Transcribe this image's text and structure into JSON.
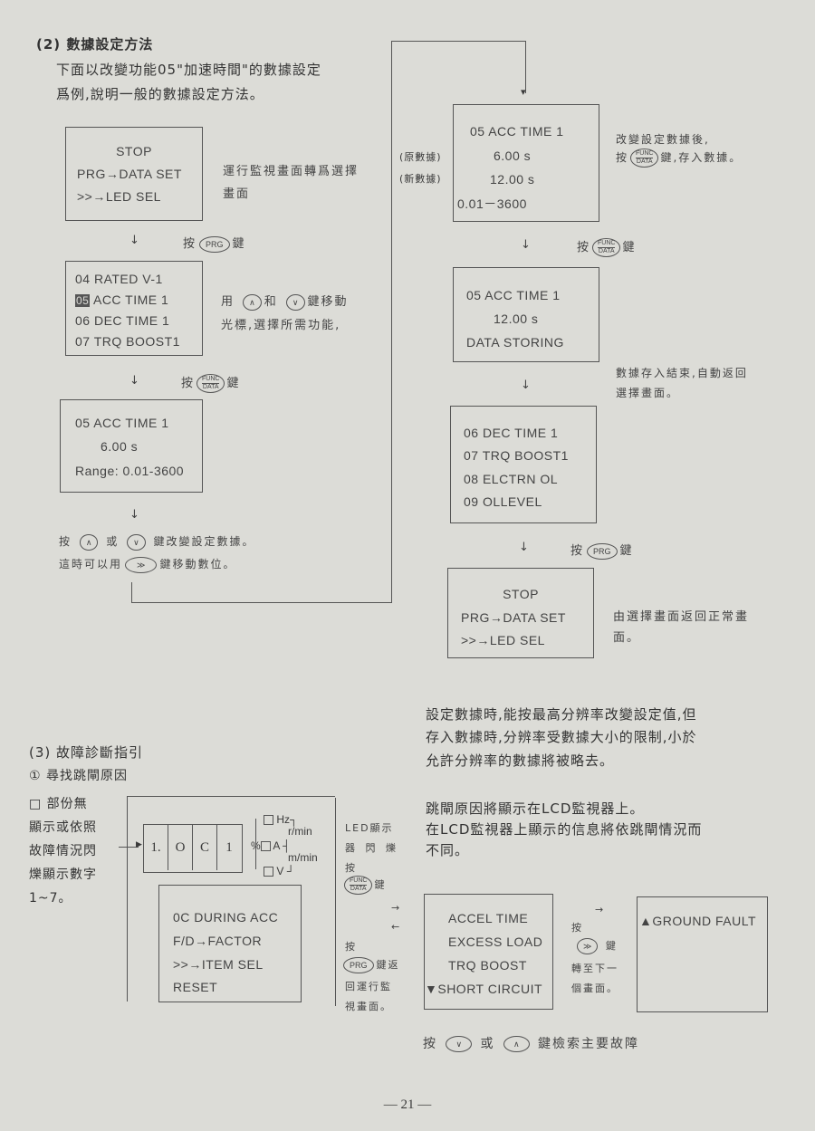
{
  "section2": {
    "heading": "(2) 數據設定方法",
    "intro": [
      "下面以改變功能05\"加速時間\"的數據設定",
      "爲例,說明一般的數據設定方法。"
    ],
    "screen_stop": {
      "lines": [
        "STOP",
        "PRG→DATA SET",
        ">>→LED SEL"
      ]
    },
    "note_stop": [
      "運行監視畫面轉爲選擇",
      "畫面"
    ],
    "step1": {
      "arrow": "↓",
      "press": "按",
      "key": "PRG",
      "suffix": "鍵"
    },
    "screen_select": {
      "lines": [
        "04 RATED V-1",
        "ACC TIME 1",
        "06 DEC TIME 1",
        "07 TRQ BOOST1"
      ],
      "cursor": "05"
    },
    "note_select": {
      "pre": "用",
      "key_up": "∧",
      "and": "和",
      "key_down": "∨",
      "post": "鍵移動",
      "line2": "光標,選擇所需功能,"
    },
    "step2": {
      "arrow": "↓",
      "press": "按",
      "key_top": "FUNC",
      "key_bottom": "DATA",
      "suffix": "鍵"
    },
    "screen_acc": {
      "lines": [
        "05 ACC TIME 1",
        "6.00 s",
        "Range: 0.01-3600"
      ]
    },
    "step3": {
      "arrow": "↓"
    },
    "note_change": {
      "press": "按",
      "key_up": "∧",
      "or": "或",
      "key_down": "∨",
      "post": "鍵改變設定數據。",
      "line2_pre": "這時可以用",
      "key_shift": "≫",
      "line2_post": "鍵移動數位。"
    },
    "screen_new": {
      "lines": [
        "05 ACC TIME 1",
        "6.00 s",
        "12.00 s",
        "0.01－3600"
      ]
    },
    "label_old": "(原數據)",
    "label_new": "(新數據)",
    "note_new": {
      "line1": "改變設定數據後,",
      "press": "按",
      "key_top": "FUNC",
      "key_bottom": "DATA",
      "post": "鍵,存入數據。"
    },
    "step4": {
      "arrow": "↓",
      "press": "按",
      "key_top": "FUNC",
      "key_bottom": "DATA",
      "suffix": "鍵"
    },
    "screen_storing": {
      "lines": [
        "05 ACC TIME 1",
        "12.00 s",
        "DATA STORING"
      ]
    },
    "note_storing": [
      "數據存入結束,自動返回",
      "選擇畫面。"
    ],
    "step5": {
      "arrow": "↓"
    },
    "screen_list": {
      "lines": [
        "06 DEC TIME 1",
        "07 TRQ BOOST1",
        "08 ELCTRN OL",
        "09 OLLEVEL"
      ]
    },
    "step6": {
      "arrow": "↓",
      "press": "按",
      "key": "PRG",
      "suffix": "鍵"
    },
    "screen_stop2": {
      "lines": [
        "STOP",
        "PRG→DATA SET",
        ">>→LED SEL"
      ]
    },
    "note_stop2": [
      "由選擇畫面返回正常畫",
      "面。"
    ],
    "resolution_note": [
      "設定數據時,能按最高分辨率改變設定值,但",
      "存入數據時,分辨率受數據大小的限制,小於",
      "允許分辨率的數據將被略去。"
    ]
  },
  "section3": {
    "heading": "(3) 故障診斷指引",
    "sub": "① 尋找跳閘原因",
    "left_note": [
      "□  部份無",
      "顯示或依照",
      "故障情況閃",
      "爍顯示數字",
      "1~7。"
    ],
    "led_digits": [
      "1.",
      "O",
      "C",
      "1"
    ],
    "indicators": {
      "hz": "Hz",
      "rmin": "r/min",
      "pct": "%",
      "a": "A",
      "mmin": "m/min",
      "v": "V"
    },
    "screen_fault": {
      "lines": [
        "0C DURING ACC",
        "F/D→FACTOR",
        ">>→ITEM SEL",
        "RESET"
      ]
    },
    "right_note": {
      "l1": "LED顯示",
      "l2": "器 閃 爍",
      "l3": "按",
      "key_top": "FUNC",
      "key_bottom": "DATA",
      "l4": "鍵",
      "arrow_right": "→",
      "arrow_left": "←",
      "l5": "按",
      "key": "PRG",
      "l6": "鍵返",
      "l7": "回運行監",
      "l8": "視畫面。"
    },
    "trip_note": [
      "跳閘原因將顯示在LCD監視器上。",
      "在LCD監視器上顯示的信息將依跳閘情況而",
      "不同。"
    ],
    "screen_faults": {
      "lines": [
        "ACCEL TIME",
        "EXCESS LOAD",
        "TRQ BOOST",
        "▼SHORT CIRCUIT"
      ]
    },
    "mid_note": {
      "arrow": "→",
      "press": "按",
      "key": "≫",
      "l2": "鍵",
      "l3": "轉至下一",
      "l4": "個畫面。"
    },
    "screen_ground": {
      "lines": [
        "▲GROUND FAULT"
      ]
    },
    "search_note": {
      "press": "按",
      "key_down": "∨",
      "or": "或",
      "key_up": "∧",
      "post": "鍵檢索主要故障"
    }
  },
  "page_number": "— 21 —"
}
